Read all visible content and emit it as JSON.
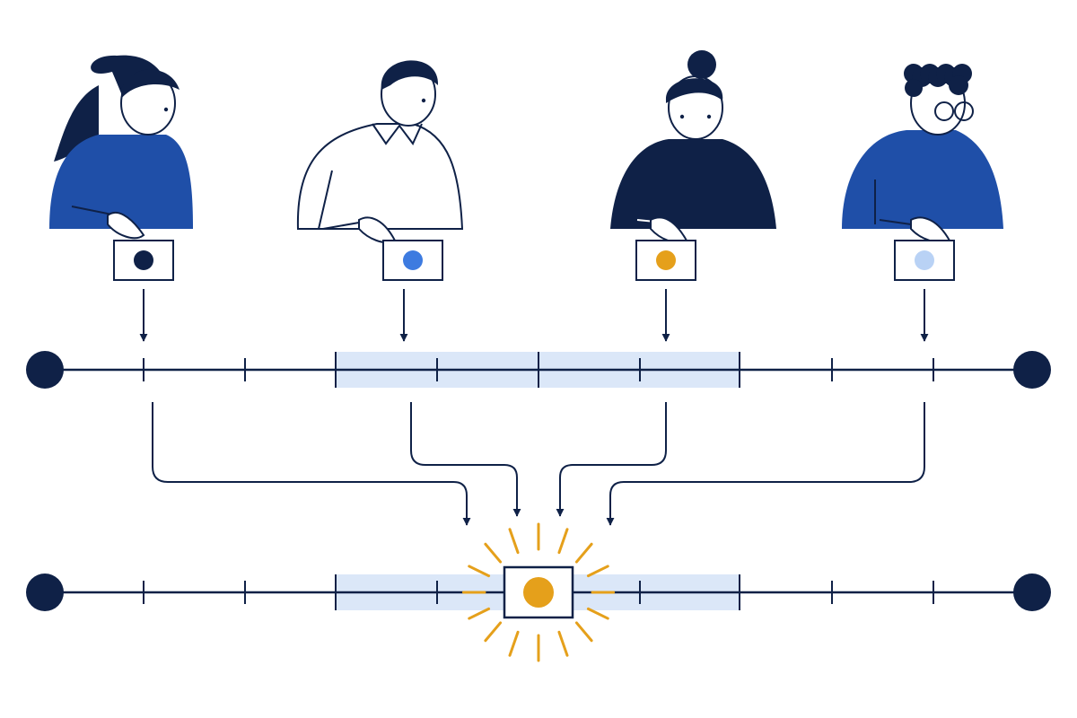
{
  "colors": {
    "navy": "#0f2147",
    "blue": "#1f4fa8",
    "bright_blue": "#3d7be0",
    "light_blue": "#b9d2f5",
    "band": "#dbe7f8",
    "orange": "#e5a01b",
    "white": "#ffffff"
  },
  "participants": [
    {
      "id": "woman-long-hair",
      "figure": "person-long-hair",
      "shirt_color": "#1f4fa8",
      "card_dot_color": "#0f2147"
    },
    {
      "id": "man-collared-shirt",
      "figure": "person-short-hair",
      "shirt_color": "#ffffff",
      "card_dot_color": "#3d7be0"
    },
    {
      "id": "woman-bun",
      "figure": "person-hair-bun",
      "shirt_color": "#0f2147",
      "card_dot_color": "#e5a01b"
    },
    {
      "id": "man-glasses",
      "figure": "person-curly-hair-glasses",
      "shirt_color": "#1f4fa8",
      "card_dot_color": "#b9d2f5"
    }
  ],
  "scale": {
    "endpoint_icons": [
      "filled-circle-icon",
      "filled-circle-icon"
    ],
    "tick_count": 8,
    "highlighted_band": "middle-range"
  },
  "result": {
    "selected_card_dot_color": "#e5a01b",
    "emphasis": "burst-rays-icon"
  }
}
